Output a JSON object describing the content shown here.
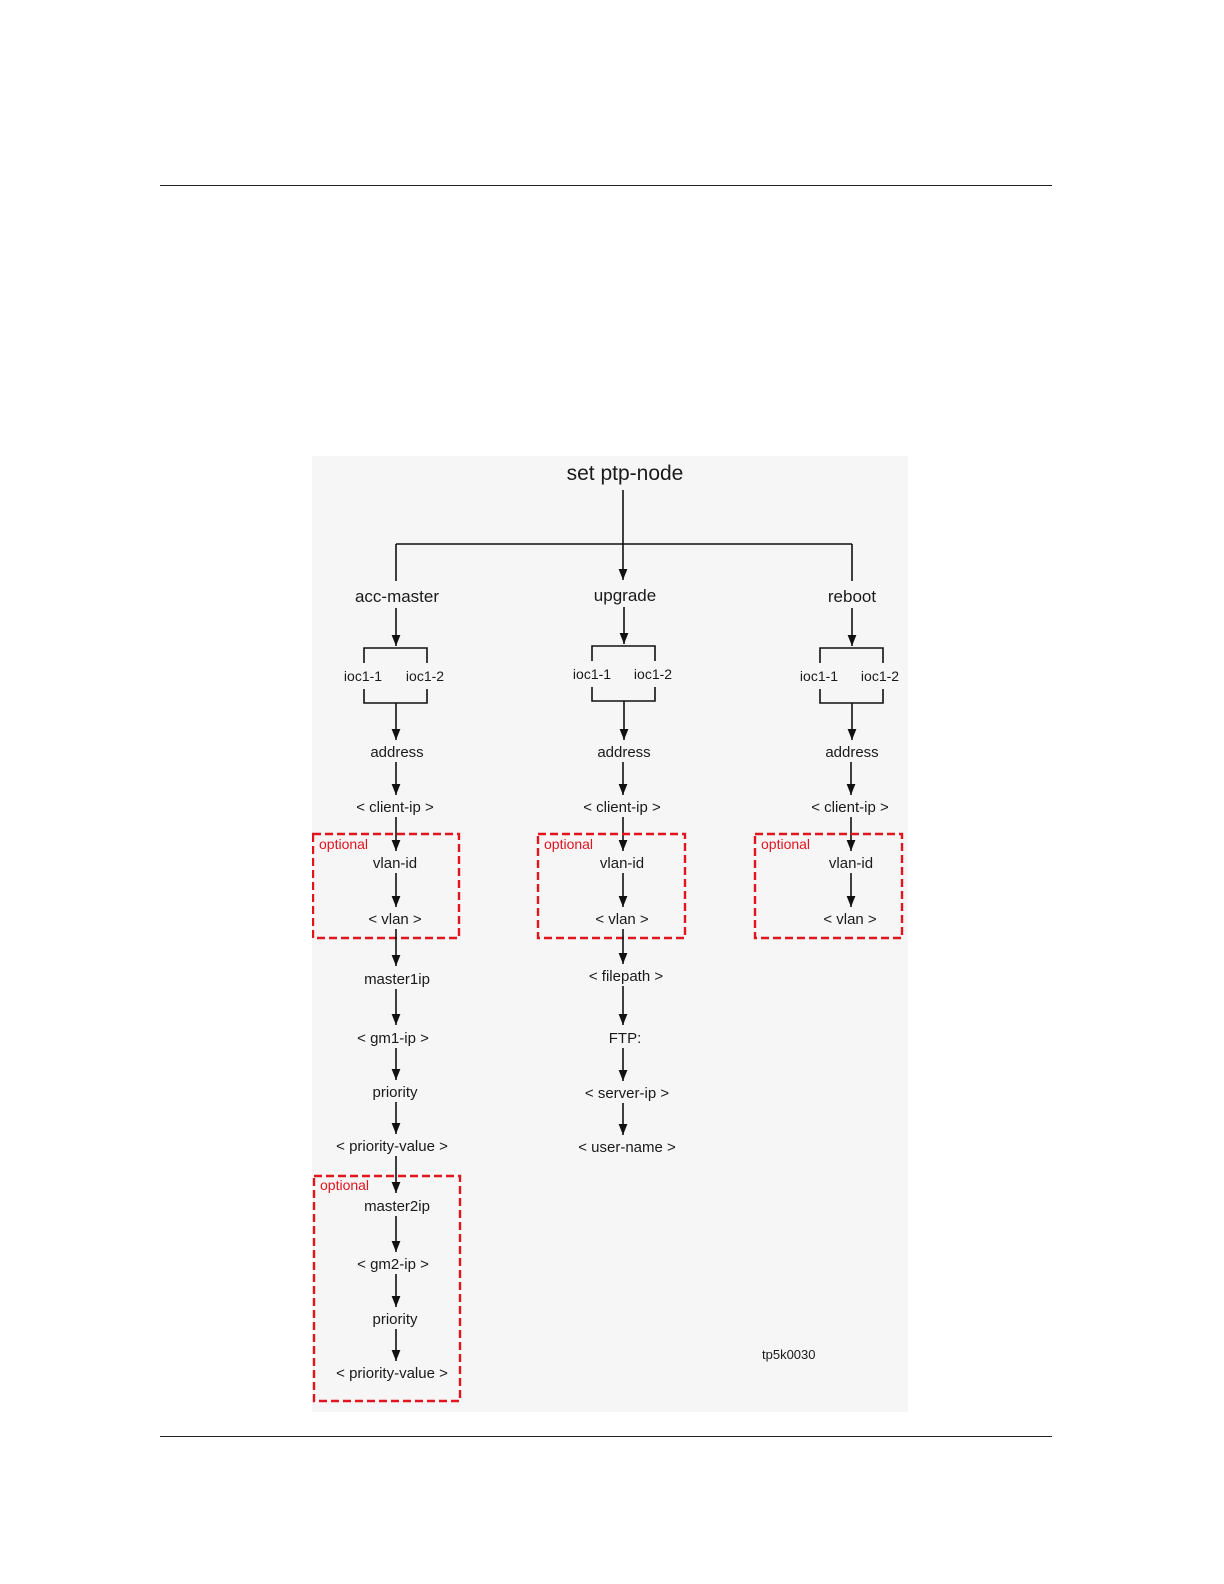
{
  "figure": {
    "root": "set ptp-node",
    "figure_id": "tp5k0030",
    "colors": {
      "optional": "#e2141e",
      "line": "#111111",
      "figure_bg": "#f6f6f6"
    },
    "branches": {
      "acc_master": {
        "command": "acc-master",
        "ioc_left": "ioc1-1",
        "ioc_right": "ioc1-2",
        "address": "address",
        "client_ip": "< client-ip >",
        "optional1": {
          "label": "optional",
          "vlan_id": "vlan-id",
          "vlan": "< vlan >"
        },
        "master1ip": "master1ip",
        "gm1_ip": "< gm1-ip >",
        "priority": "priority",
        "priority_value": "< priority-value >",
        "optional2": {
          "label": "optional",
          "master2ip": "master2ip",
          "gm2_ip": "< gm2-ip >",
          "priority": "priority",
          "priority_value": "< priority-value >"
        }
      },
      "upgrade": {
        "command": "upgrade",
        "ioc_left": "ioc1-1",
        "ioc_right": "ioc1-2",
        "address": "address",
        "client_ip": "< client-ip >",
        "optional1": {
          "label": "optional",
          "vlan_id": "vlan-id",
          "vlan": "< vlan >"
        },
        "filepath": "< filepath >",
        "ftp": "FTP:",
        "server_ip": "< server-ip >",
        "user_name": "< user-name >"
      },
      "reboot": {
        "command": "reboot",
        "ioc_left": "ioc1-1",
        "ioc_right": "ioc1-2",
        "address": "address",
        "client_ip": "< client-ip >",
        "optional1": {
          "label": "optional",
          "vlan_id": "vlan-id",
          "vlan": "< vlan >"
        }
      }
    }
  }
}
